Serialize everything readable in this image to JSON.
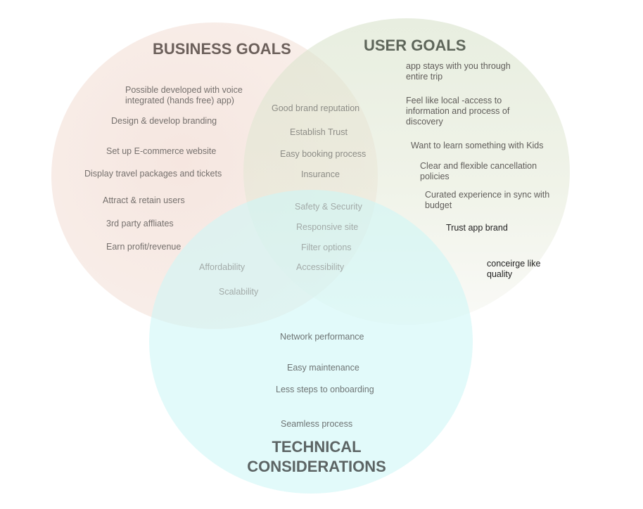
{
  "sets": {
    "business": {
      "title": "BUSINESS GOALS",
      "items": [
        "Possible developed with voice\nintegrated (hands free) app)",
        "Design & develop branding",
        "Set up E-commerce website",
        "Display travel packages and tickets",
        "Attract & retain users",
        "3rd party affliates",
        "Earn profit/revenue"
      ]
    },
    "user": {
      "title": "USER GOALS",
      "items": [
        "app stays with you through\nentire trip",
        "Feel like local -access to\ninformation  and process of\ndiscovery",
        "Want to learn something with  Kids",
        "Clear and flexible cancellation\npolicies",
        "Curated experience in sync with\nbudget",
        "Trust app brand",
        "conceirge like\nquality"
      ]
    },
    "technical": {
      "title": "TECHNICAL\nCONSIDERATIONS",
      "items": [
        "Network performance",
        "Easy maintenance",
        "Less steps to onboarding",
        "Seamless process"
      ]
    }
  },
  "overlaps": {
    "business_user": [
      "Good brand reputation",
      "Establish Trust",
      "Easy booking process",
      "Insurance"
    ],
    "all_three": [
      "Safety & Security",
      "Responsive site",
      "Filter options",
      "Accessibility"
    ],
    "business_technical": [
      "Affordability",
      "Scalability"
    ]
  }
}
